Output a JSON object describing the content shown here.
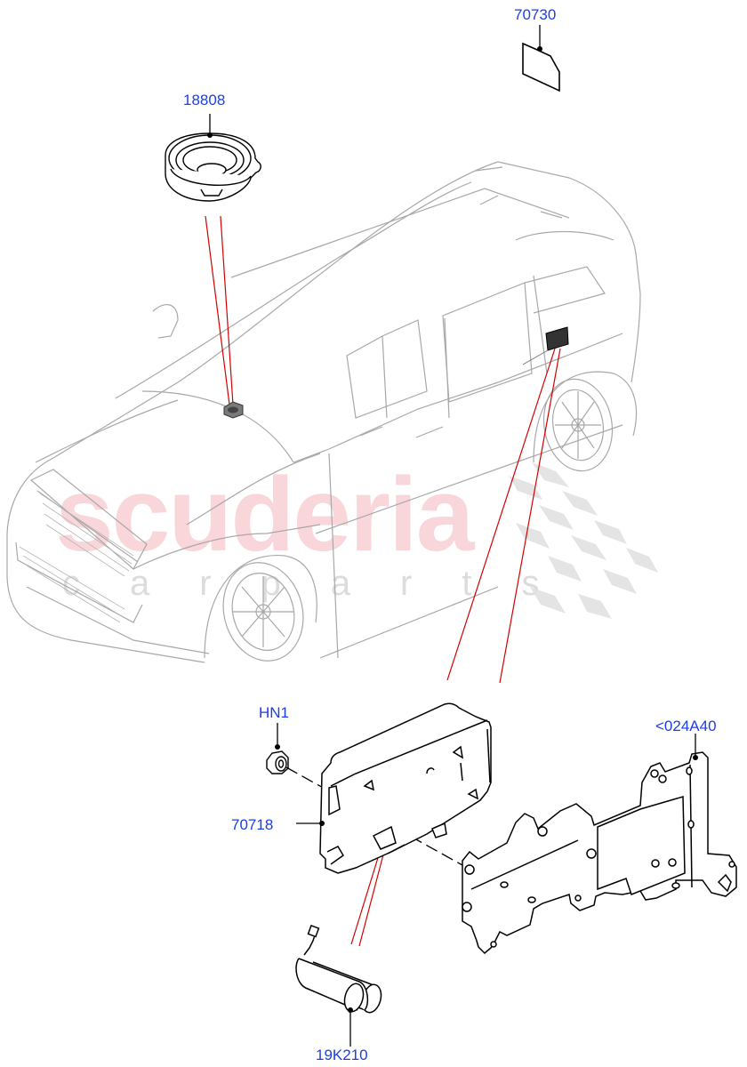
{
  "diagram": {
    "type": "exploded parts diagram",
    "colors": {
      "callout_text": "#1a3ee8",
      "leader_line": "#000000",
      "vehicle_outline": "#a8a8a8",
      "location_line": "#d40000",
      "watermark_text": "#f6c9cd",
      "watermark_checker": "#e2e2e2"
    },
    "watermark": {
      "main": "scuderia",
      "sub": "carparts"
    },
    "callouts": [
      {
        "id": "70730",
        "label": "70730",
        "part": "label-plate"
      },
      {
        "id": "18808",
        "label": "18808",
        "part": "speaker"
      },
      {
        "id": "HN1",
        "label": "HN1",
        "part": "flange-nut"
      },
      {
        "id": "024A40",
        "label": "<024A40",
        "part": "mounting-bracket"
      },
      {
        "id": "70718",
        "label": "70718",
        "part": "control-module"
      },
      {
        "id": "19K210",
        "label": "19K210",
        "part": "backup-battery"
      }
    ]
  }
}
